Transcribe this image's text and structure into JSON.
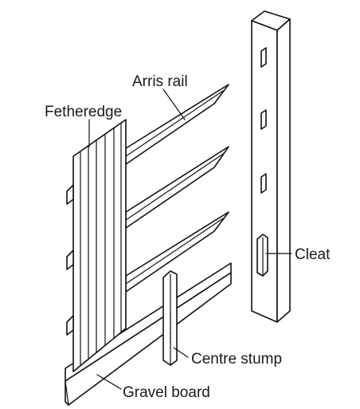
{
  "labels": {
    "arris_rail": "Arris rail",
    "featheredge": "Fetheredge",
    "cleat": "Cleat",
    "centre_stump": "Centre stump",
    "gravel_board": "Gravel board"
  }
}
